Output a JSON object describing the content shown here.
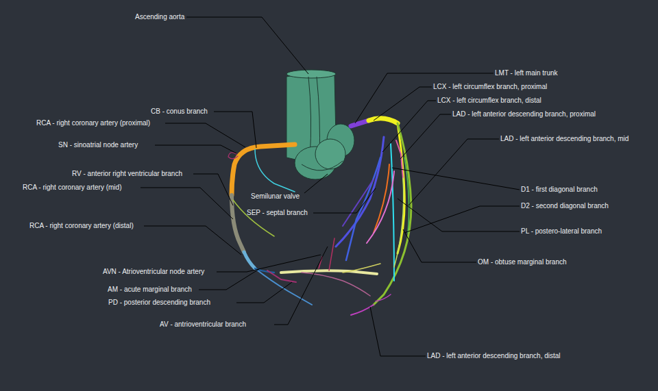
{
  "diagram": {
    "labels": [
      "Ascending aorta",
      "LMT - left main trunk",
      "LCX - left circumflex branch, proximal",
      "LCX - left circumflex branch, distal",
      "CB - conus branch",
      "LAD - left anterior descending branch, proximal",
      "RCA - right coronary artery (proximal)",
      "LAD - left anterior descending branch, mid",
      "SN - sinoatrial node artery",
      "RV - anterior right ventricular branch",
      "Semilunar valve",
      "D1 - first diagonal branch",
      "RCA - right coronary artery (mid)",
      "D2 - second diagonal branch",
      "SEP - septal branch",
      "PL - postero-lateral branch",
      "RCA - right coronary artery (distal)",
      "OM - obtuse marginal branch",
      "AVN - Atrioventricular node artery",
      "AM - acute marginal branch",
      "PD - posterior descending branch",
      "AV - antrioventricular branch",
      "LAD - left anterior descending branch, distal"
    ]
  }
}
